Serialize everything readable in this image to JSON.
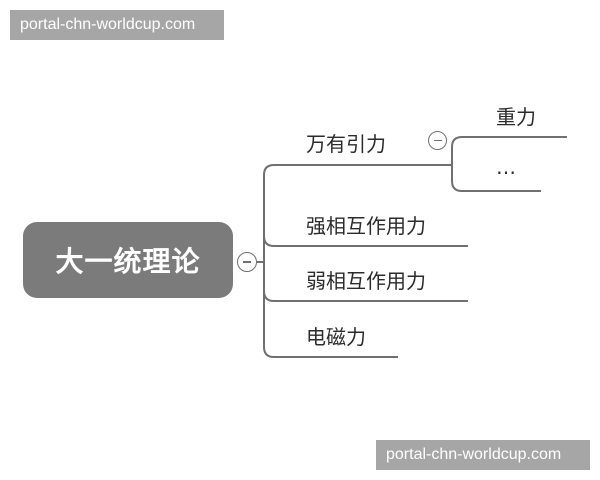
{
  "watermark": {
    "top_left": "portal-chn-worldcup.com",
    "bottom_right": "portal-chn-worldcup.com"
  },
  "mindmap": {
    "root": {
      "label": "大一统理论",
      "collapse_icon": "minus-circle-icon"
    },
    "branches": [
      {
        "label": "万有引力",
        "collapse_icon": "minus-circle-icon",
        "children": [
          {
            "label": "重力"
          },
          {
            "label": "…"
          }
        ]
      },
      {
        "label": "强相互作用力"
      },
      {
        "label": "弱相互作用力"
      },
      {
        "label": "电磁力"
      }
    ],
    "colors": {
      "root_fill": "#7b7b7b",
      "root_text": "#ffffff",
      "line": "#707070",
      "text": "#2b2b2b",
      "watermark_bg": "#a6a6a6"
    }
  }
}
